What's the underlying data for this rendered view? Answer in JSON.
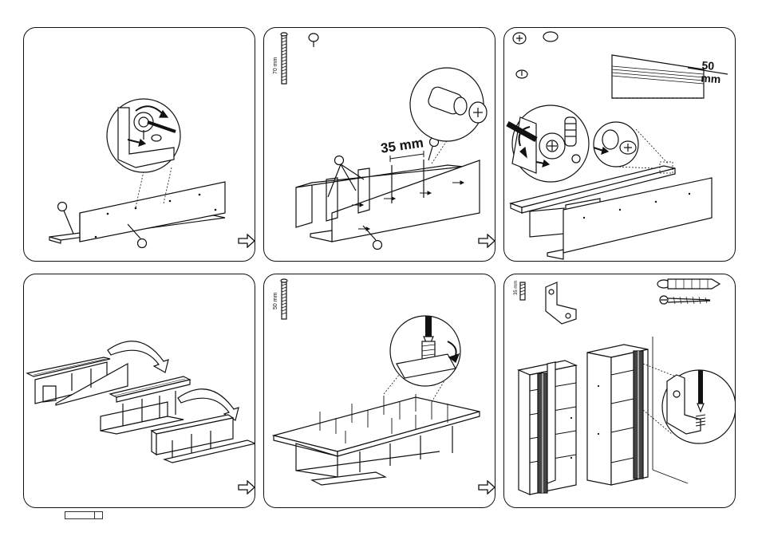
{
  "colors": {
    "line": "#111111",
    "background": "#ffffff",
    "hatch": "#555555"
  },
  "steps": [
    {
      "id": 1,
      "icons": [
        "screwdriver-icon",
        "cam-lock-icon"
      ]
    },
    {
      "id": 2,
      "dowel_length_label": "70 mm",
      "measure_label": "35 mm",
      "icons": [
        "dowel-icon",
        "cam-bolt-icon"
      ]
    },
    {
      "id": 3,
      "measure_label": "50 mm",
      "icons": [
        "cam-lock-icon",
        "cap-icon",
        "screwdriver-icon"
      ]
    },
    {
      "id": 4,
      "icons": [
        "rotate-arrow-icon"
      ]
    },
    {
      "id": 5,
      "dowel_length_label": "50 mm",
      "icons": [
        "dowel-icon",
        "screwdriver-icon"
      ]
    },
    {
      "id": 6,
      "screw_length_label": "35 mm",
      "icons": [
        "angle-bracket-icon",
        "wall-plug-icon",
        "screw-icon"
      ]
    }
  ],
  "footer": {
    "page_box": ""
  }
}
